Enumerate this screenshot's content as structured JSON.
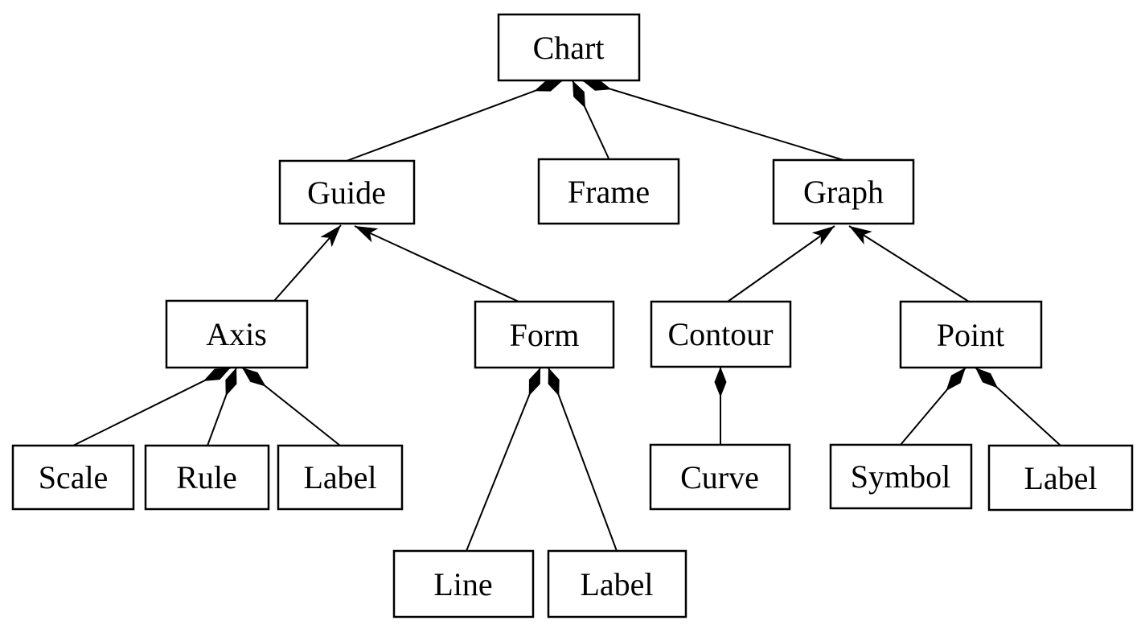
{
  "diagram": {
    "kind": "uml-class-hierarchy",
    "background_color": "#ffffff",
    "box_fill_color": "#ffffff",
    "line_color": "#000000",
    "nodes": {
      "chart": {
        "label": "Chart"
      },
      "guide": {
        "label": "Guide"
      },
      "frame": {
        "label": "Frame"
      },
      "graph": {
        "label": "Graph"
      },
      "axis": {
        "label": "Axis"
      },
      "form": {
        "label": "Form"
      },
      "contour": {
        "label": "Contour"
      },
      "point": {
        "label": "Point"
      },
      "scale": {
        "label": "Scale"
      },
      "rule": {
        "label": "Rule"
      },
      "axis_label": {
        "label": "Label"
      },
      "line": {
        "label": "Line"
      },
      "form_label": {
        "label": "Label"
      },
      "curve": {
        "label": "Curve"
      },
      "symbol": {
        "label": "Symbol"
      },
      "point_label": {
        "label": "Label"
      }
    },
    "edges": [
      {
        "parent": "chart",
        "child": "guide",
        "connector": "filled-diamond-at-parent"
      },
      {
        "parent": "chart",
        "child": "frame",
        "connector": "filled-diamond-at-parent"
      },
      {
        "parent": "chart",
        "child": "graph",
        "connector": "filled-diamond-at-parent"
      },
      {
        "parent": "guide",
        "child": "axis",
        "connector": "filled-arrowhead-at-parent"
      },
      {
        "parent": "guide",
        "child": "form",
        "connector": "filled-arrowhead-at-parent"
      },
      {
        "parent": "graph",
        "child": "contour",
        "connector": "filled-arrowhead-at-parent"
      },
      {
        "parent": "graph",
        "child": "point",
        "connector": "filled-arrowhead-at-parent"
      },
      {
        "parent": "axis",
        "child": "scale",
        "connector": "filled-diamond-at-parent"
      },
      {
        "parent": "axis",
        "child": "rule",
        "connector": "filled-diamond-at-parent"
      },
      {
        "parent": "axis",
        "child": "axis_label",
        "connector": "filled-diamond-at-parent"
      },
      {
        "parent": "form",
        "child": "line",
        "connector": "filled-diamond-at-parent"
      },
      {
        "parent": "form",
        "child": "form_label",
        "connector": "filled-diamond-at-parent"
      },
      {
        "parent": "contour",
        "child": "curve",
        "connector": "filled-diamond-at-parent"
      },
      {
        "parent": "point",
        "child": "symbol",
        "connector": "filled-diamond-at-parent"
      },
      {
        "parent": "point",
        "child": "point_label",
        "connector": "filled-diamond-at-parent"
      }
    ]
  }
}
